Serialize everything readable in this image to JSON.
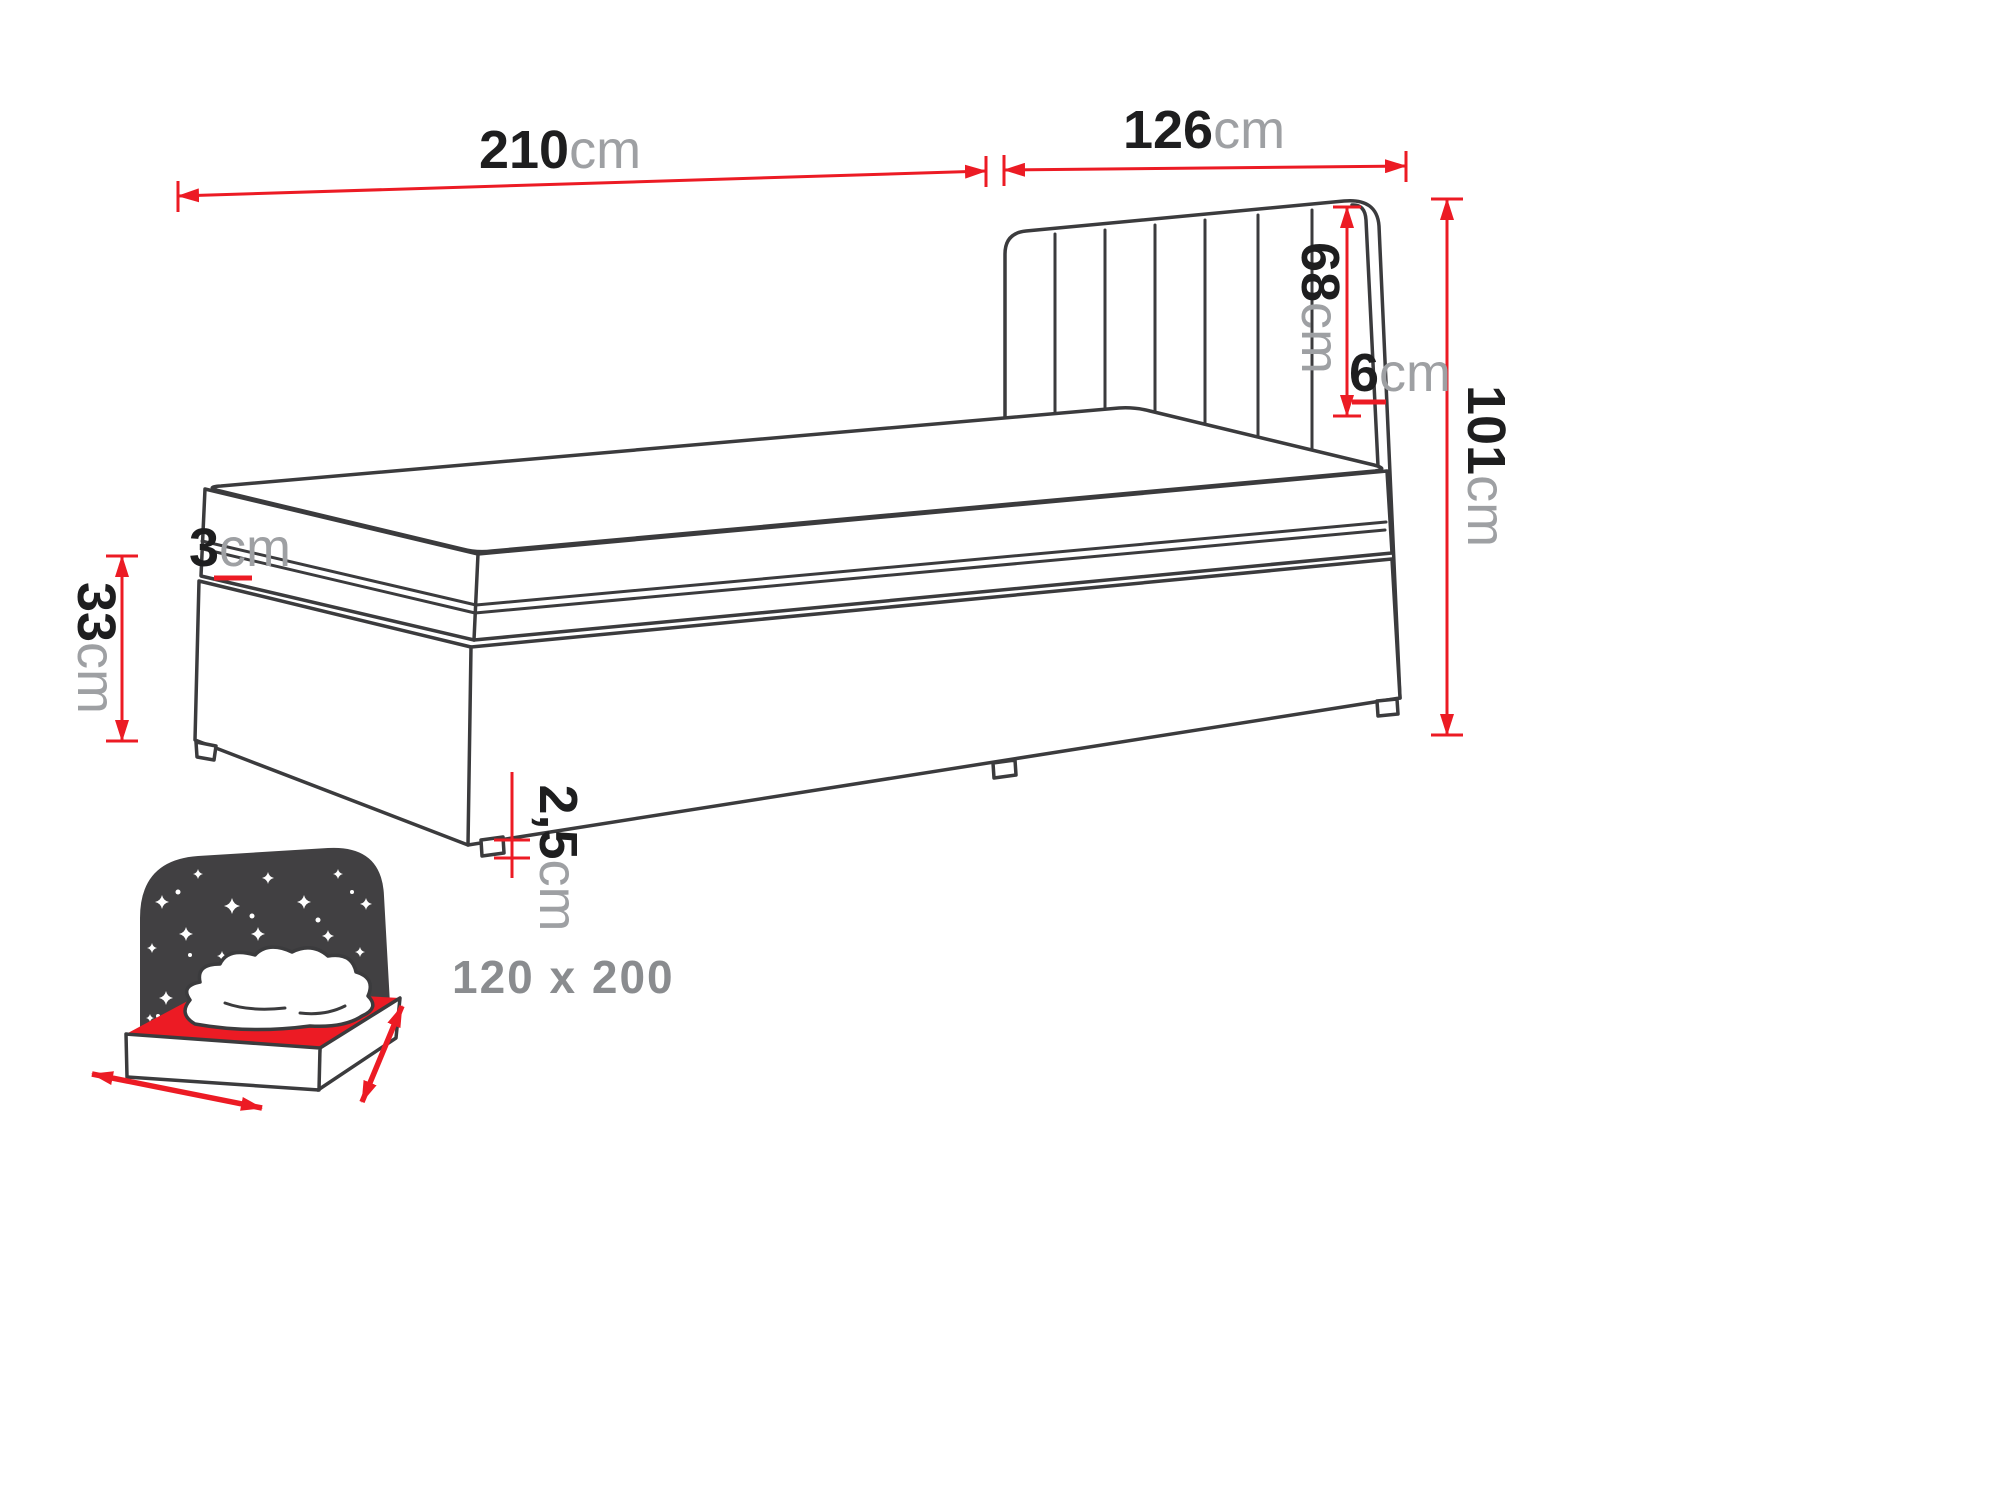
{
  "dims": {
    "length": {
      "value": "210",
      "unit": "cm"
    },
    "headboard_width": {
      "value": "126",
      "unit": "cm"
    },
    "headboard_height": {
      "value": "68",
      "unit": "cm"
    },
    "headboard_depth": {
      "value": "6",
      "unit": "cm"
    },
    "overall_height": {
      "value": "101",
      "unit": "cm"
    },
    "base_height": {
      "value": "33",
      "unit": "cm"
    },
    "mattress_lip": {
      "value": "3",
      "unit": "cm"
    },
    "leg_height": {
      "value": "2,5",
      "unit": "cm"
    }
  },
  "footprint": {
    "label": "120 x 200"
  },
  "colors": {
    "dimension_red": "#ec1b24",
    "outline_gray": "#3b3b3d",
    "number_black": "#1e1e1f",
    "unit_gray": "#9ea0a3",
    "icon_gray": "#414042",
    "footprint_gray": "#8a8c8f"
  }
}
